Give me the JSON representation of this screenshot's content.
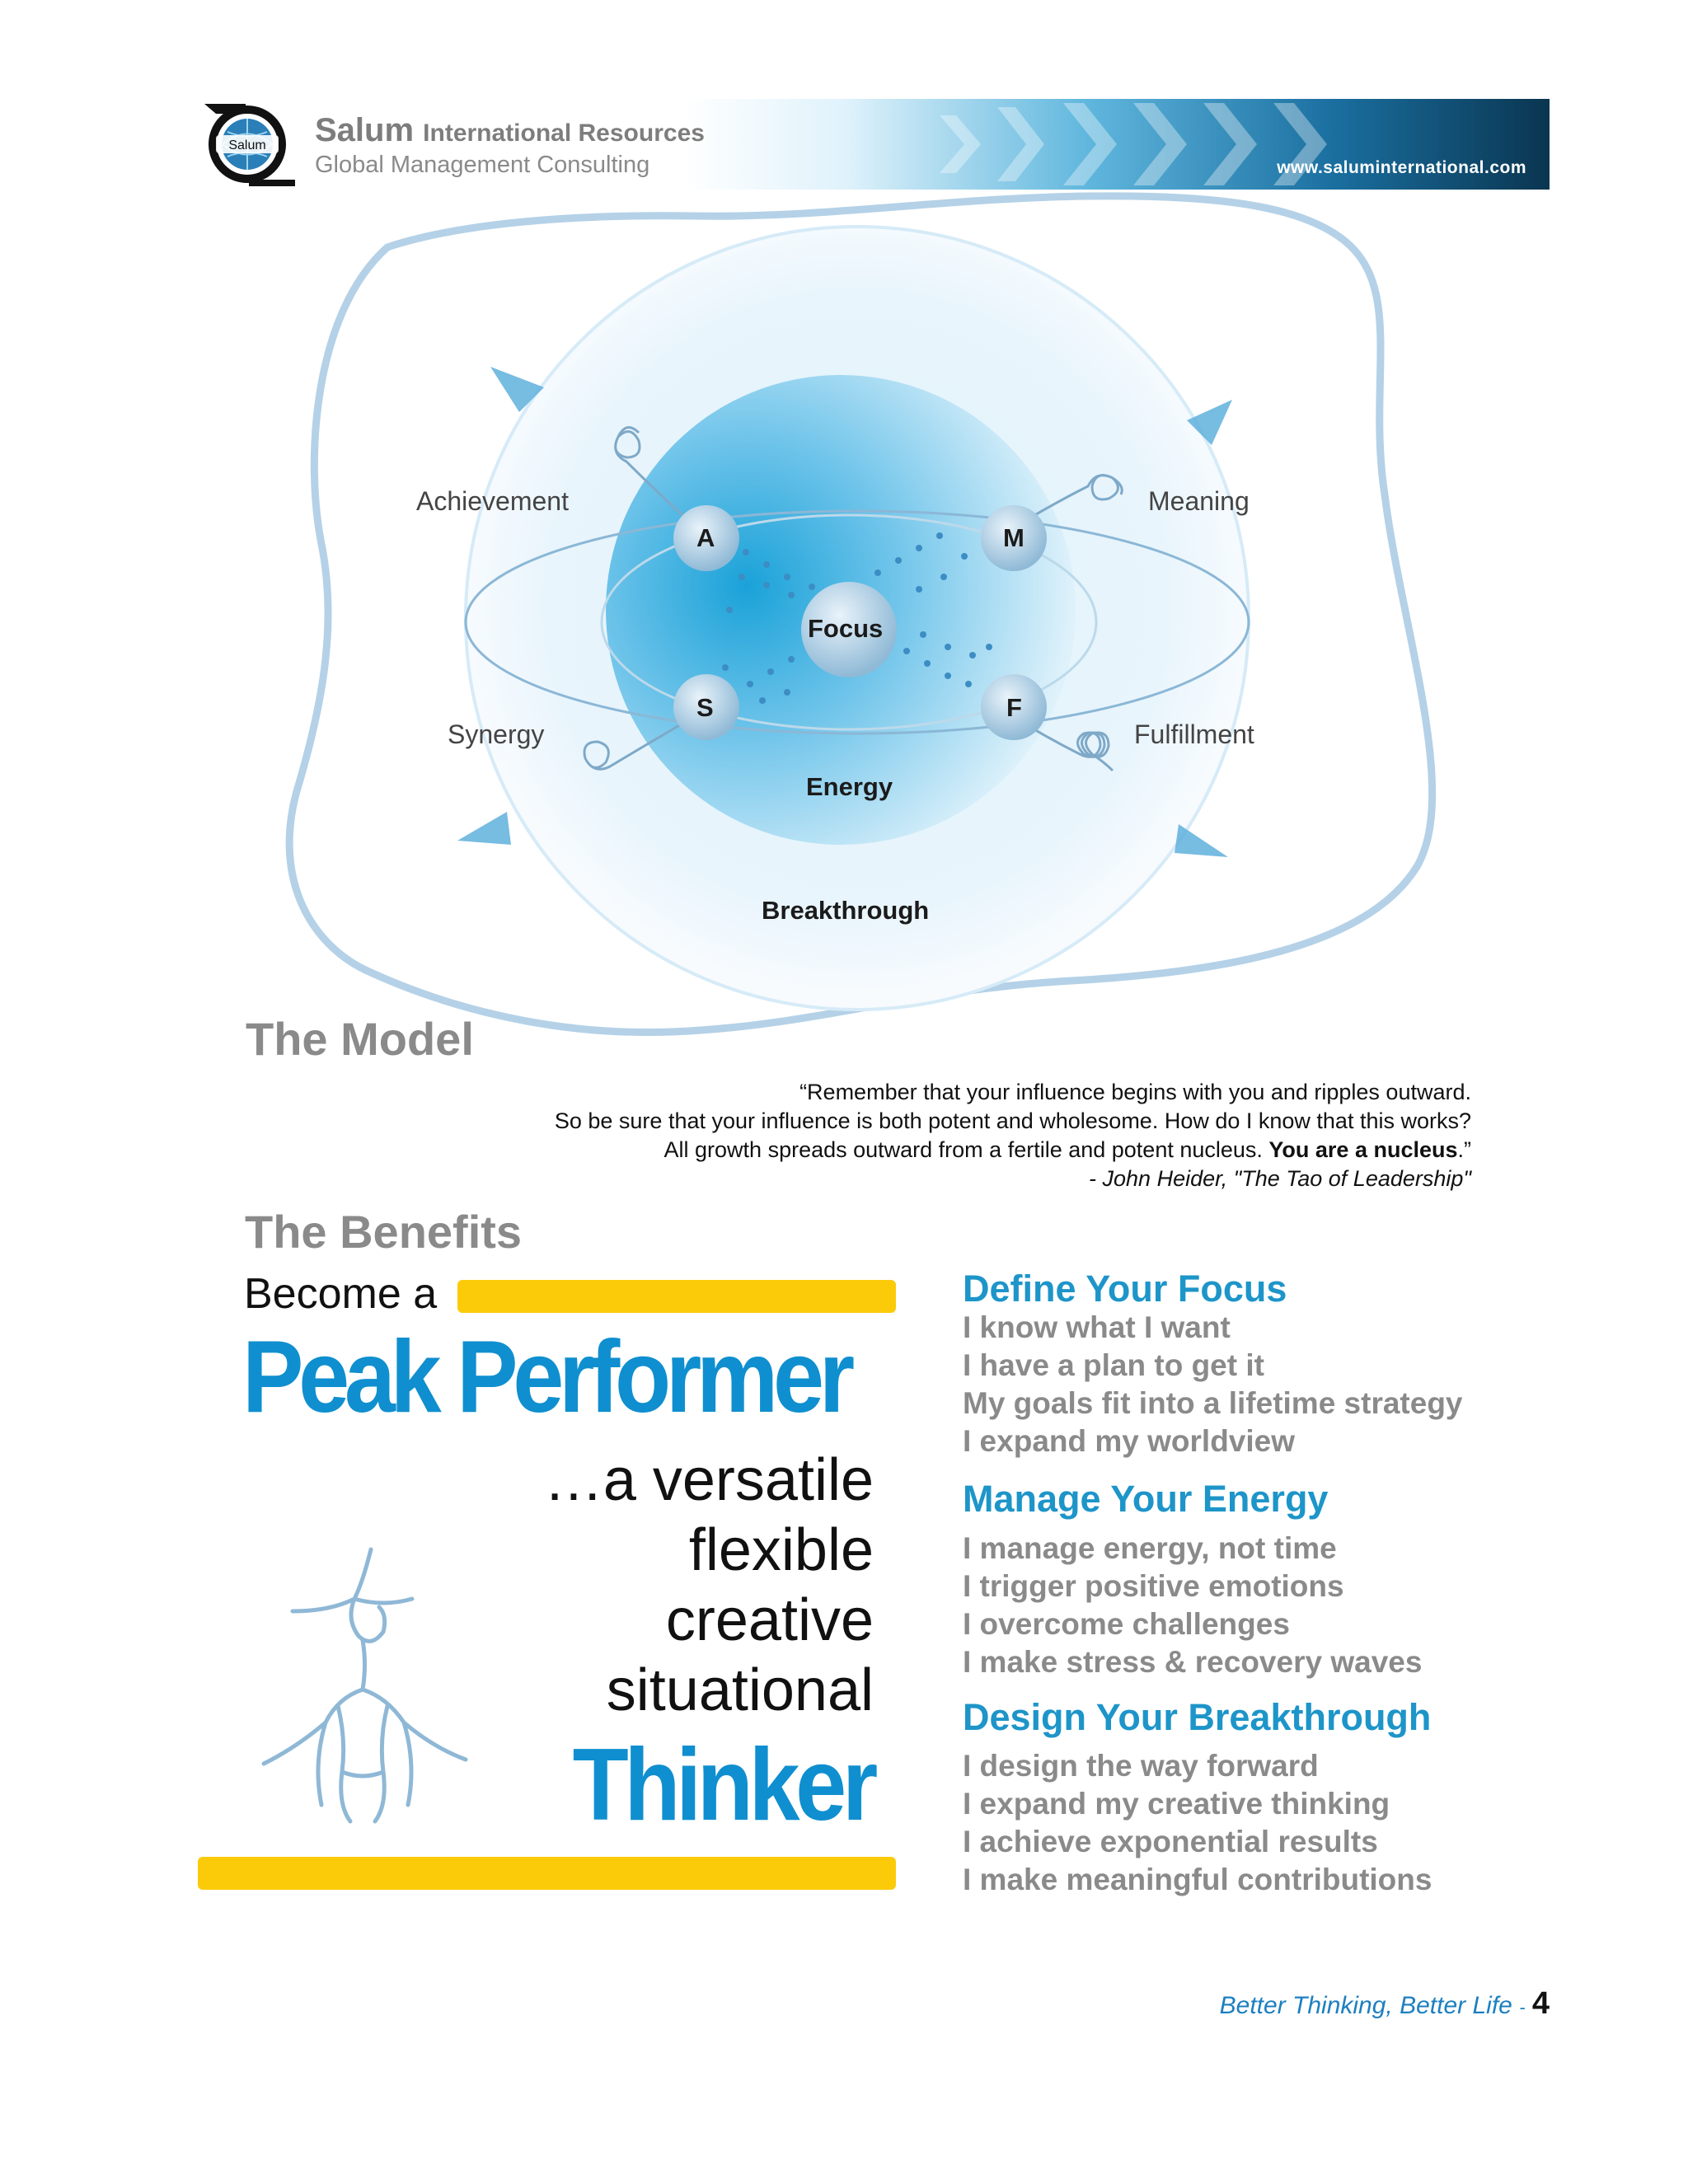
{
  "header": {
    "logo_text": "Salum",
    "brand_name": "Salum",
    "brand_name_sub": "International Resources",
    "tagline": "Global Management Consulting",
    "url": "www.saluminternational.com",
    "banner_colors": [
      "#ffffff",
      "#5fb6dd",
      "#0a3550"
    ]
  },
  "model": {
    "labels": {
      "achievement": "Achievement",
      "meaning": "Meaning",
      "synergy": "Synergy",
      "fulfillment": "Fulfillment"
    },
    "nodes": {
      "a": "A",
      "m": "M",
      "s": "S",
      "f": "F",
      "focus": "Focus",
      "energy": "Energy",
      "breakthrough": "Breakthrough"
    },
    "title": "The Model",
    "quote": {
      "line1": "“Remember that your influence begins with you and ripples outward.",
      "line2": "So be sure that your influence is both potent and wholesome. How do I know that this works?",
      "line3_pre": "All growth spreads outward from a fertile and potent nucleus.",
      "line3_bold": "You are a nucleus",
      "line3_post": ".”",
      "attribution": "- John Heider, \"The Tao of Leadership\""
    }
  },
  "benefits": {
    "title": "The Benefits",
    "become": "Become a",
    "peak": "Peak Performer",
    "adjectives": [
      "…a versatile",
      "flexible",
      "creative",
      "situational"
    ],
    "thinker": "Thinker",
    "accent_yellow": "#fbcb0a",
    "accent_blue": "#0f8fcf",
    "sections": [
      {
        "heading": "Define Your Focus",
        "items": [
          "I know what I want",
          "I have a plan to get it",
          "My goals fit into a lifetime strategy",
          "I expand my worldview"
        ]
      },
      {
        "heading": "Manage Your Energy",
        "items": [
          "I manage energy, not time",
          "I trigger positive emotions",
          "I overcome challenges",
          "I make stress & recovery waves"
        ]
      },
      {
        "heading": "Design Your Breakthrough",
        "items": [
          "I design the way forward",
          "I expand my creative thinking",
          "I achieve exponential results",
          "I make meaningful contributions"
        ]
      }
    ]
  },
  "footer": {
    "tagline": "Better Thinking, Better Life",
    "separator": "-",
    "page": "4"
  }
}
